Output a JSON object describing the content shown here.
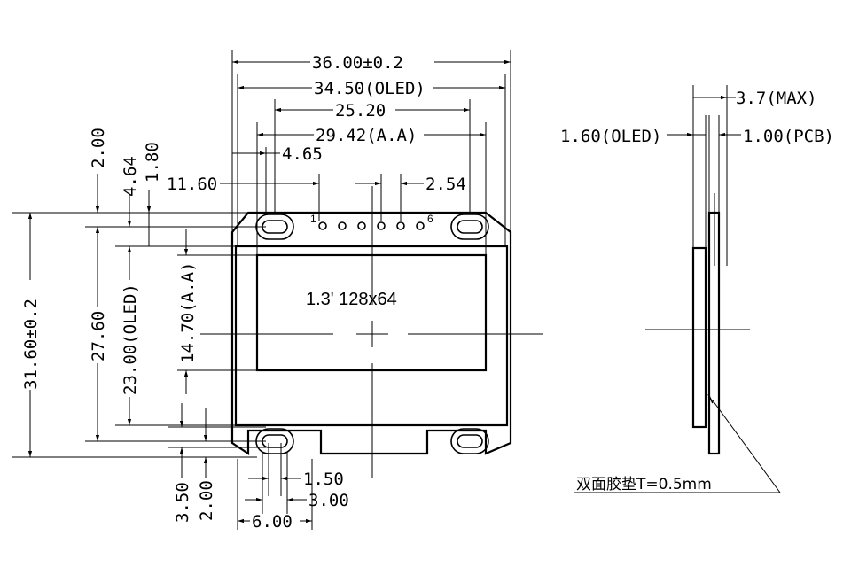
{
  "front_view": {
    "display_label": "1.3' 128x64",
    "pin_first": "1",
    "pin_last": "6",
    "dims": {
      "overall_width": "36.00±0.2",
      "oled_width": "34.50(OLED)",
      "hole_spacing": "25.20",
      "active_area_width": "29.42(A.A)",
      "aa_left_offset": "4.65",
      "pin_offset": "11.60",
      "pin_pitch": "2.54",
      "hole_top_offset": "2.00",
      "oled_top_offset": "4.64",
      "aa_top_offset": "1.80",
      "overall_height": "31.60±0.2",
      "oled_height": "27.60",
      "oled_height_alt": "23.00(OLED)",
      "active_area_height": "14.70(A.A)",
      "hole_bottom_offset": "3.50",
      "hole_bottom_offset_2": "2.00",
      "hole_diameter": "1.50",
      "slot_width": "3.00",
      "slot_length": "6.00"
    }
  },
  "side_view": {
    "dims": {
      "max_thickness": "3.7(MAX)",
      "oled_thickness": "1.60(OLED)",
      "pcb_thickness": "1.00(PCB)"
    },
    "adhesive_note": "双面胶垫T=0.5mm"
  }
}
